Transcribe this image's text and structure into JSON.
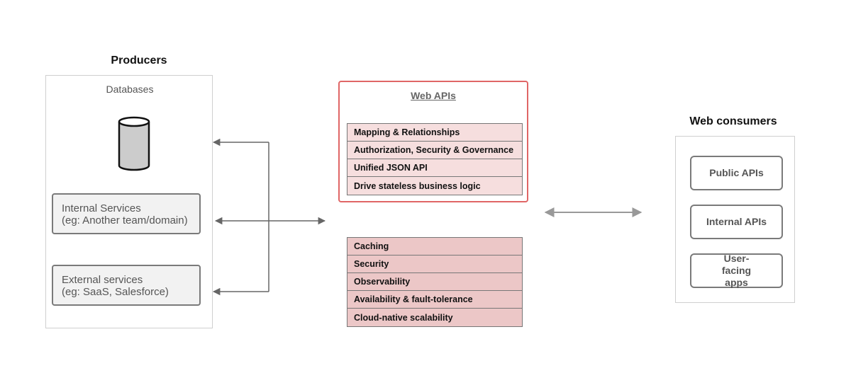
{
  "producers": {
    "title": "Producers",
    "databases_label": "Databases",
    "internal_services": {
      "line1": "Internal Services",
      "line2": "(eg: Another team/domain)"
    },
    "external_services": {
      "line1": "External services",
      "line2": "(eg: SaaS, Salesforce)"
    }
  },
  "web_apis": {
    "title": "Web APIs",
    "rows": [
      "Mapping & Relationships",
      "Authorization, Security & Governance",
      "Unified JSON API",
      "Drive stateless business logic"
    ]
  },
  "platform": {
    "rows": [
      "Caching",
      "Security",
      "Observability",
      "Availability & fault-tolerance",
      "Cloud-native scalability"
    ]
  },
  "consumers": {
    "title": "Web consumers",
    "items": [
      "Public APIs",
      "Internal APIs",
      "User-facing apps"
    ]
  },
  "colors": {
    "web_api_border": "#e06666",
    "light_row": "#f6dede",
    "dark_row": "#ecc7c7",
    "arrow": "#666666",
    "consumer_arrow": "#999999"
  }
}
